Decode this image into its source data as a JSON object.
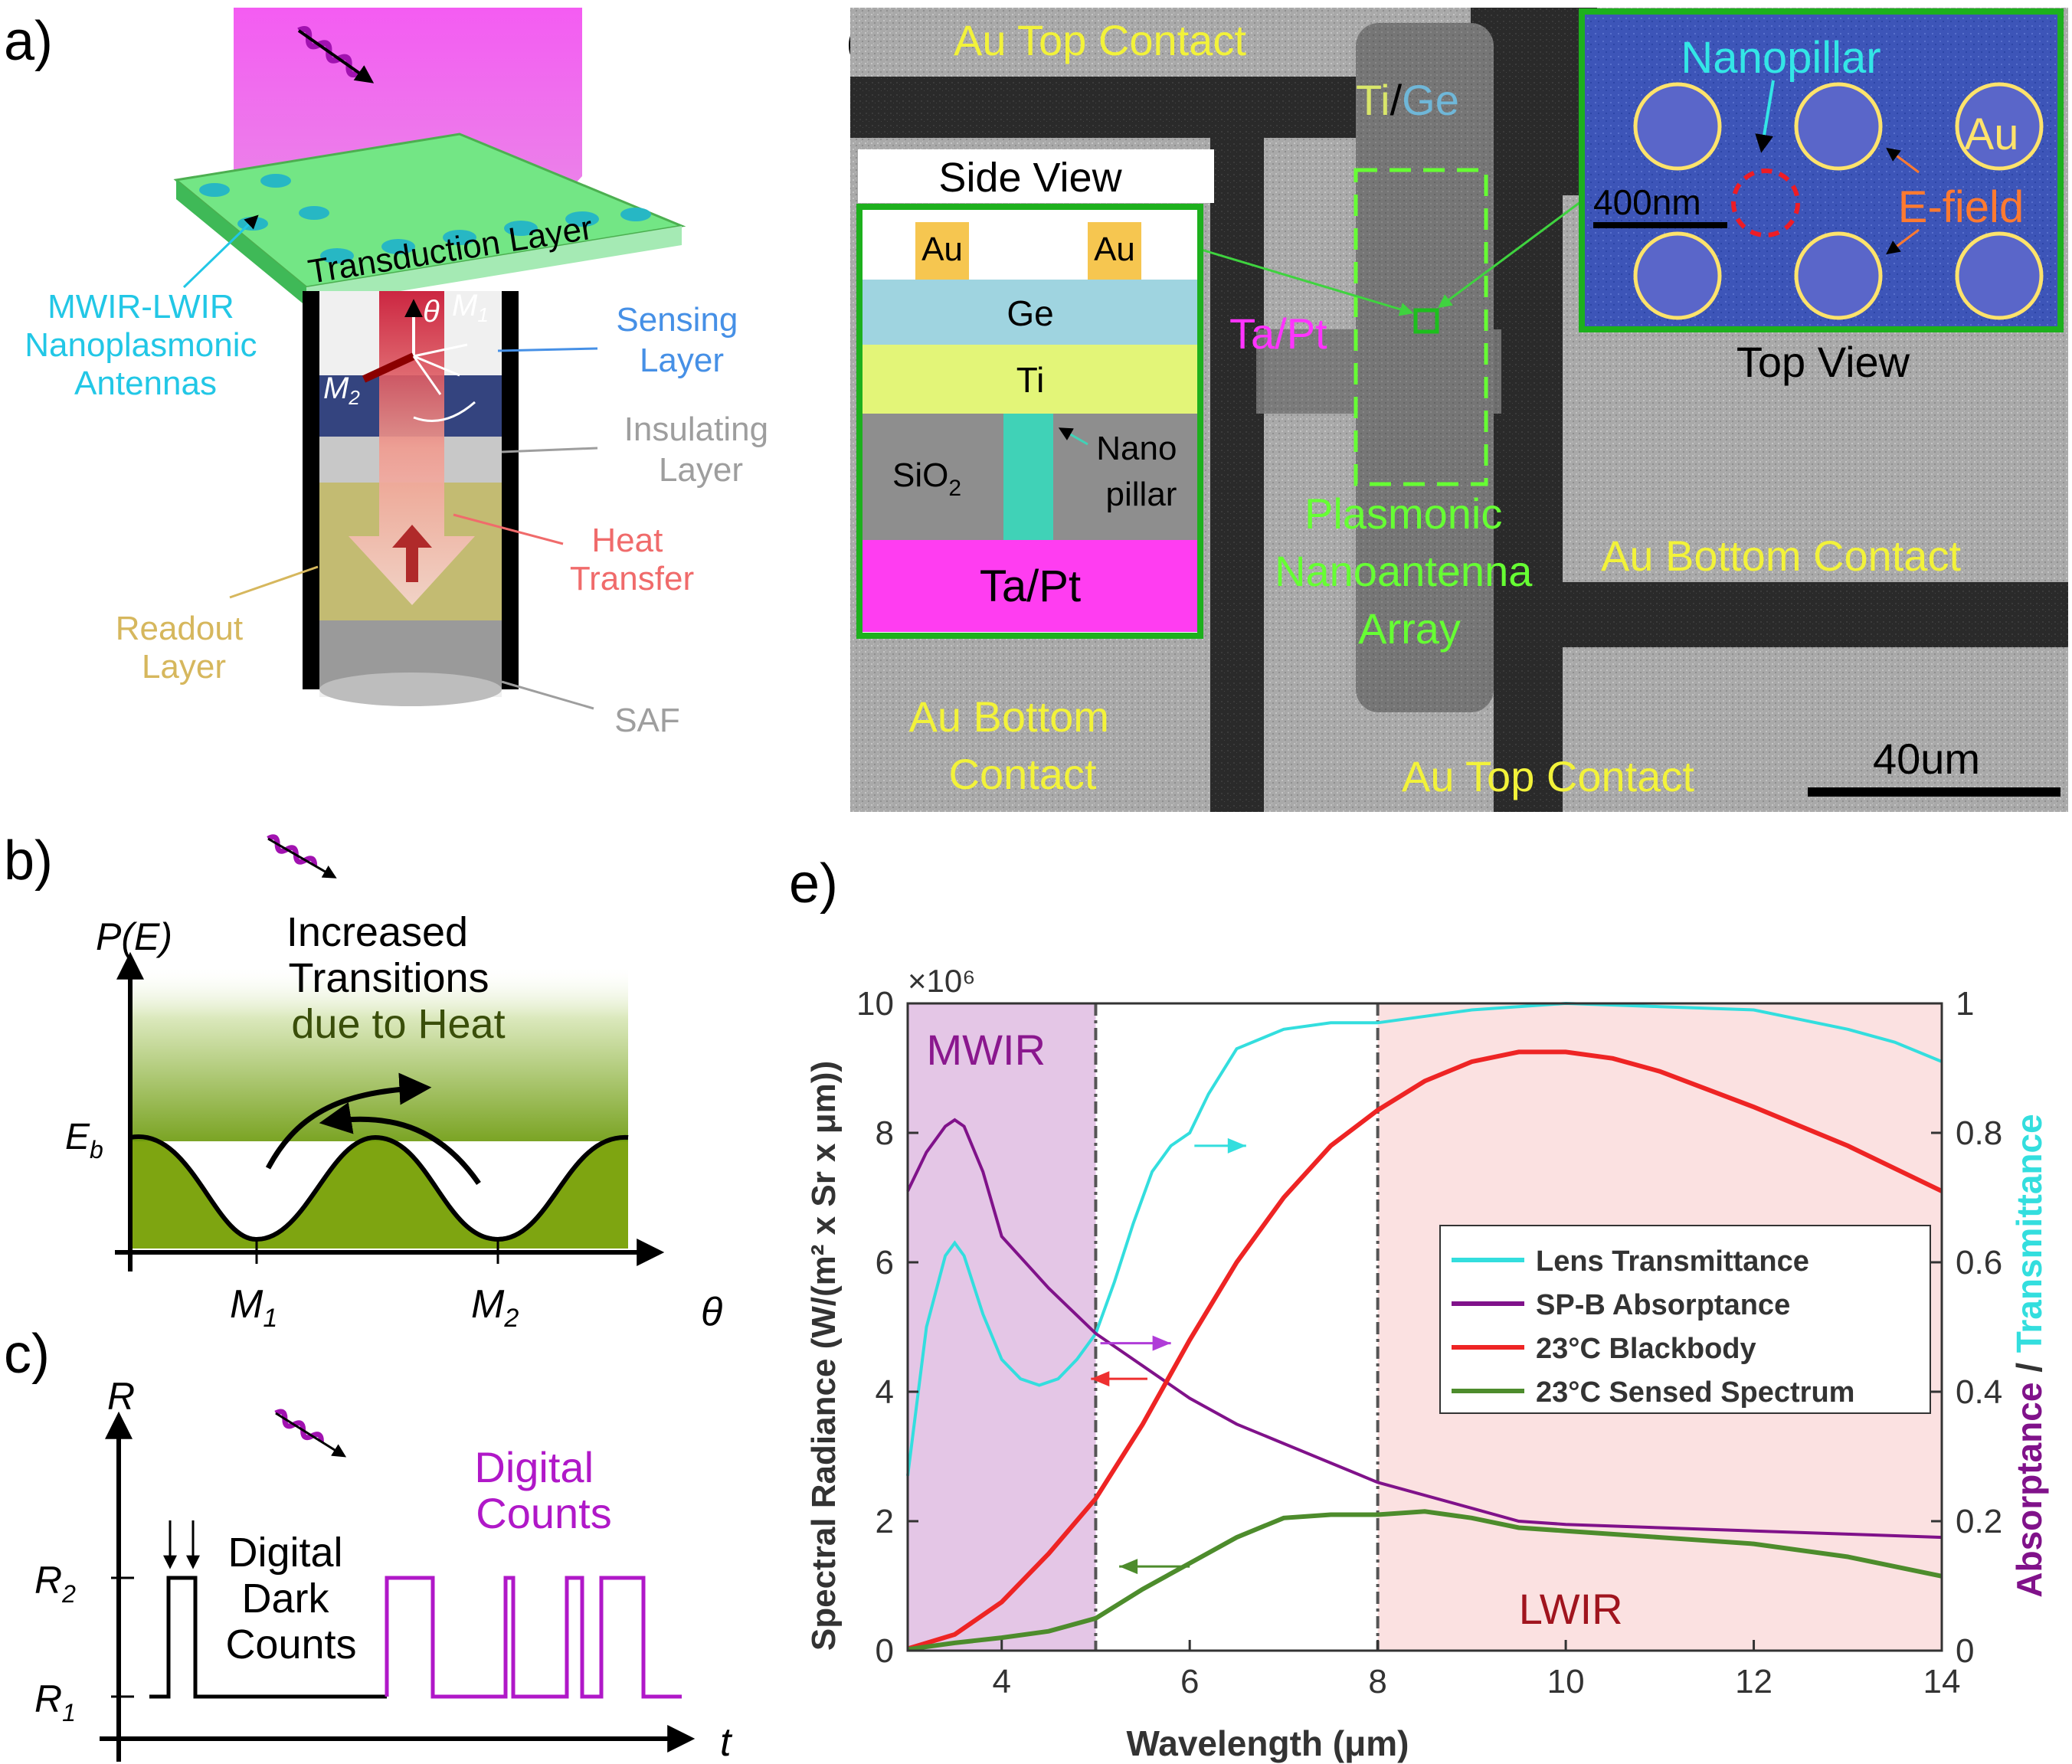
{
  "panels": {
    "a": "a)",
    "b": "b)",
    "c": "c)",
    "d": "d)",
    "e": "e)"
  },
  "panel_a": {
    "transduction_layer": "Transduction Layer",
    "antennas": [
      "MWIR-LWIR",
      "Nanoplasmonic",
      "Antennas"
    ],
    "sensing": [
      "Sensing",
      "Layer"
    ],
    "insulating": [
      "Insulating",
      "Layer"
    ],
    "heat": [
      "Heat",
      "Transfer"
    ],
    "readout": [
      "Readout",
      "Layer"
    ],
    "saf": "SAF",
    "theta": "θ",
    "m1": "M",
    "m1_sub": "1",
    "m2": "M",
    "m2_sub": "2"
  },
  "panel_b": {
    "yaxis": "P(E)",
    "eb": "E",
    "eb_sub": "b",
    "title": [
      "Increased",
      "Transitions",
      "due to Heat"
    ],
    "m1": "M",
    "m1_sub": "1",
    "m2": "M",
    "m2_sub": "2",
    "theta": "θ"
  },
  "panel_c": {
    "yaxis": "R",
    "r2": "R",
    "r2_sub": "2",
    "r1": "R",
    "r1_sub": "1",
    "dark": [
      "Digital",
      "Dark",
      "Counts"
    ],
    "digital": [
      "Digital",
      "Counts"
    ],
    "t": "t"
  },
  "panel_d": {
    "au_top_1": "Au Top Contact",
    "ti": "Ti",
    "slash": "/",
    "ge": "Ge",
    "ta_pt": "Ta/Pt",
    "side_view": "Side View",
    "side_au": "Au",
    "side_ge": "Ge",
    "side_ti": "Ti",
    "side_sio2": "SiO",
    "side_sio2_sub": "2",
    "side_nano": [
      "Nano",
      "pillar"
    ],
    "side_tapt": "Ta/Pt",
    "plasmonic": [
      "Plasmonic",
      "Nanoantenna",
      "Array"
    ],
    "au_bottom_1": "Au Bottom Contact",
    "au_bottom_2": [
      "Au Bottom",
      "Contact"
    ],
    "au_top_2": "Au Top Contact",
    "scale": "40um",
    "inset_nanopillar": "Nanopillar",
    "inset_au": "Au",
    "inset_scale": "400nm",
    "inset_efield": "E-field",
    "top_view": "Top View"
  },
  "chart_data": {
    "type": "line",
    "xlabel": "Wavelength (μm)",
    "ylabel": "Spectral Radiance  (W/(m² x Sr x μm))",
    "y_multiplier": "×10⁶",
    "y2label_parts": [
      "Absorptance",
      " / ",
      "Transmittance"
    ],
    "xlim": [
      3,
      14
    ],
    "ylim": [
      0,
      10
    ],
    "y2lim": [
      0,
      1
    ],
    "xticks": [
      "4",
      "6",
      "8",
      "10",
      "12",
      "14"
    ],
    "yticks": [
      "0",
      "2",
      "4",
      "6",
      "8",
      "10"
    ],
    "y2ticks": [
      "0",
      "0.2",
      "0.4",
      "0.6",
      "0.8",
      "1"
    ],
    "regions": [
      {
        "label": "MWIR",
        "from": 3,
        "to": 5,
        "color": "#e4c6e6",
        "label_color": "#8a178e"
      },
      {
        "label": "LWIR",
        "from": 8,
        "to": 14,
        "color": "#fbe1e1",
        "label_color": "#a0141e"
      }
    ],
    "series": [
      {
        "name": "Lens Transmittance",
        "axis": "right",
        "color": "#33dede",
        "x": [
          3.0,
          3.2,
          3.4,
          3.5,
          3.6,
          3.8,
          4.0,
          4.2,
          4.4,
          4.6,
          4.8,
          5.0,
          5.2,
          5.4,
          5.6,
          5.8,
          6.0,
          6.2,
          6.5,
          7.0,
          7.5,
          8.0,
          9.0,
          10.0,
          11.0,
          12.0,
          13.0,
          13.5,
          14.0
        ],
        "y": [
          0.27,
          0.5,
          0.61,
          0.63,
          0.61,
          0.52,
          0.45,
          0.42,
          0.41,
          0.42,
          0.45,
          0.49,
          0.57,
          0.66,
          0.74,
          0.78,
          0.8,
          0.86,
          0.93,
          0.96,
          0.97,
          0.97,
          0.99,
          1.0,
          0.995,
          0.99,
          0.96,
          0.94,
          0.91
        ]
      },
      {
        "name": "SP-B Absorptance",
        "axis": "right",
        "color": "#80128a",
        "x": [
          3.0,
          3.2,
          3.4,
          3.5,
          3.6,
          3.8,
          4.0,
          4.5,
          5.0,
          5.5,
          6.0,
          6.5,
          7.0,
          7.5,
          8.0,
          8.5,
          9.0,
          9.5,
          10.0,
          11.0,
          12.0,
          13.0,
          14.0
        ],
        "y": [
          0.71,
          0.77,
          0.81,
          0.82,
          0.81,
          0.74,
          0.64,
          0.56,
          0.49,
          0.44,
          0.39,
          0.35,
          0.32,
          0.29,
          0.26,
          0.24,
          0.22,
          0.2,
          0.195,
          0.19,
          0.185,
          0.18,
          0.175
        ]
      },
      {
        "name": "23°C Blackbody",
        "axis": "left",
        "color": "#ee2424",
        "x": [
          3.0,
          3.5,
          4.0,
          4.5,
          5.0,
          5.5,
          6.0,
          6.5,
          7.0,
          7.5,
          8.0,
          8.5,
          9.0,
          9.5,
          10.0,
          10.5,
          11.0,
          12.0,
          13.0,
          14.0
        ],
        "y": [
          0.03,
          0.25,
          0.75,
          1.5,
          2.35,
          3.5,
          4.8,
          6.0,
          7.0,
          7.8,
          8.35,
          8.8,
          9.1,
          9.25,
          9.25,
          9.15,
          8.95,
          8.4,
          7.8,
          7.1
        ]
      },
      {
        "name": "23°C Sensed Spectrum",
        "axis": "left",
        "color": "#4d8c2c",
        "x": [
          3.0,
          3.5,
          4.0,
          4.5,
          5.0,
          5.5,
          6.0,
          6.5,
          7.0,
          7.5,
          8.0,
          8.5,
          9.0,
          9.5,
          10.0,
          11.0,
          12.0,
          13.0,
          14.0
        ],
        "y": [
          0.02,
          0.12,
          0.2,
          0.3,
          0.5,
          0.95,
          1.35,
          1.75,
          2.05,
          2.1,
          2.1,
          2.15,
          2.05,
          1.9,
          1.85,
          1.75,
          1.65,
          1.45,
          1.15
        ]
      }
    ],
    "vlines": [
      5,
      8
    ],
    "legend_position": "right"
  }
}
